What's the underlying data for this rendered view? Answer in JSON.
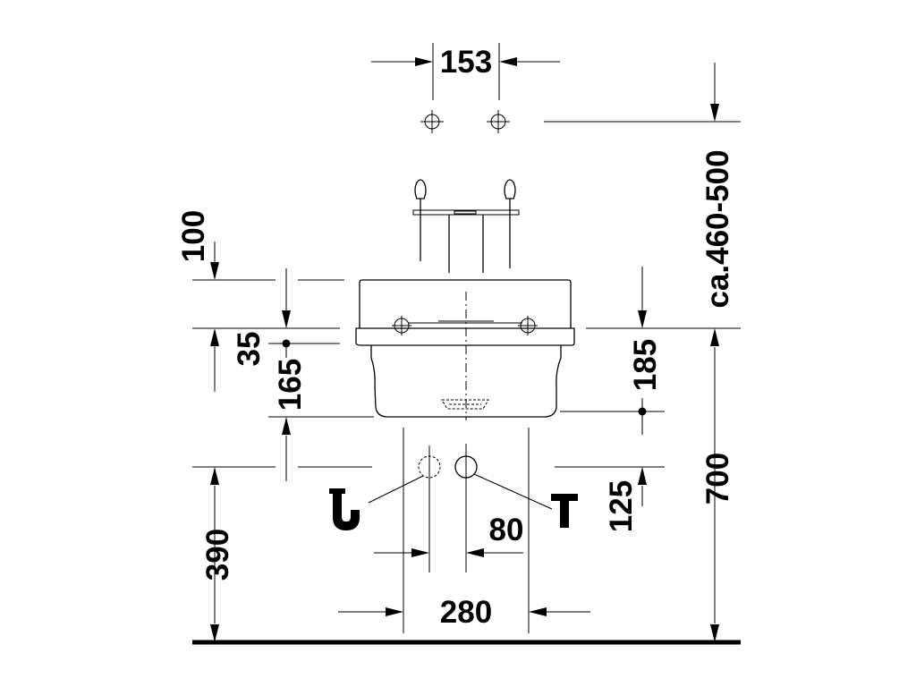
{
  "dimensions": {
    "d153": "153",
    "d460_500": "ca.460-500",
    "d100": "100",
    "d35": "35",
    "d165": "165",
    "d185": "185",
    "d700": "700",
    "d390": "390",
    "d125": "125",
    "d80": "80",
    "d280": "280"
  },
  "colors": {
    "line": "#000000",
    "background": "#ffffff"
  },
  "icons": {
    "trap": "siphon-trap-icon",
    "tee": "tee-fitting-icon"
  }
}
